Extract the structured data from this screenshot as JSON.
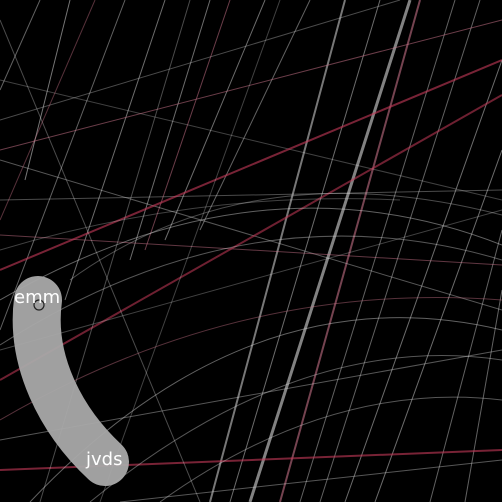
{
  "nodes": [
    {
      "id": "emm",
      "label": "emm"
    },
    {
      "id": "jvds",
      "label": "jvds"
    }
  ],
  "colors": {
    "background": "#000000",
    "path_highlight": "#a9a9a9",
    "line_light": "#d8d8d8",
    "line_pink": "#d67a92",
    "line_red": "#c83a5a"
  }
}
